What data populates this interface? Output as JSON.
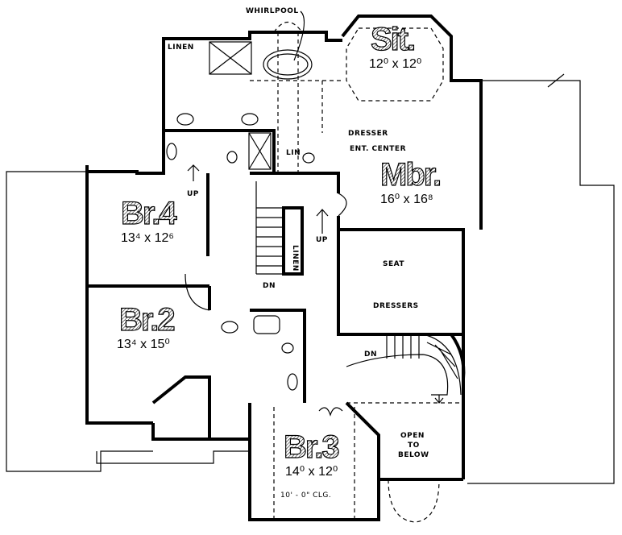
{
  "rooms": {
    "sit": {
      "name": "Sit.",
      "size": "12⁰ x 12⁰"
    },
    "mbr": {
      "name": "Mbr.",
      "size": "16⁰ x 16⁸"
    },
    "br4": {
      "name": "Br.4",
      "size": "13⁴ x 12⁶"
    },
    "br2": {
      "name": "Br.2",
      "size": "13⁴ x 15⁰"
    },
    "br3": {
      "name": "Br.3",
      "size": "14⁰ x 12⁰",
      "ceiling": "10' - 0\" CLG."
    }
  },
  "labels": {
    "whirlpool": "WHIRLPOOL",
    "linen_top": "LINEN",
    "dresser": "DRESSER",
    "ent_center": "ENT.  CENTER",
    "lin": "LIN",
    "up_left": "UP",
    "up_center": "UP",
    "linen_stair": "LINEN",
    "dn_stair": "DN",
    "seat": "SEAT",
    "dressers": "DRESSERS",
    "dn_curved": "DN",
    "open_1": "OPEN",
    "open_2": "TO",
    "open_3": "BELOW"
  }
}
